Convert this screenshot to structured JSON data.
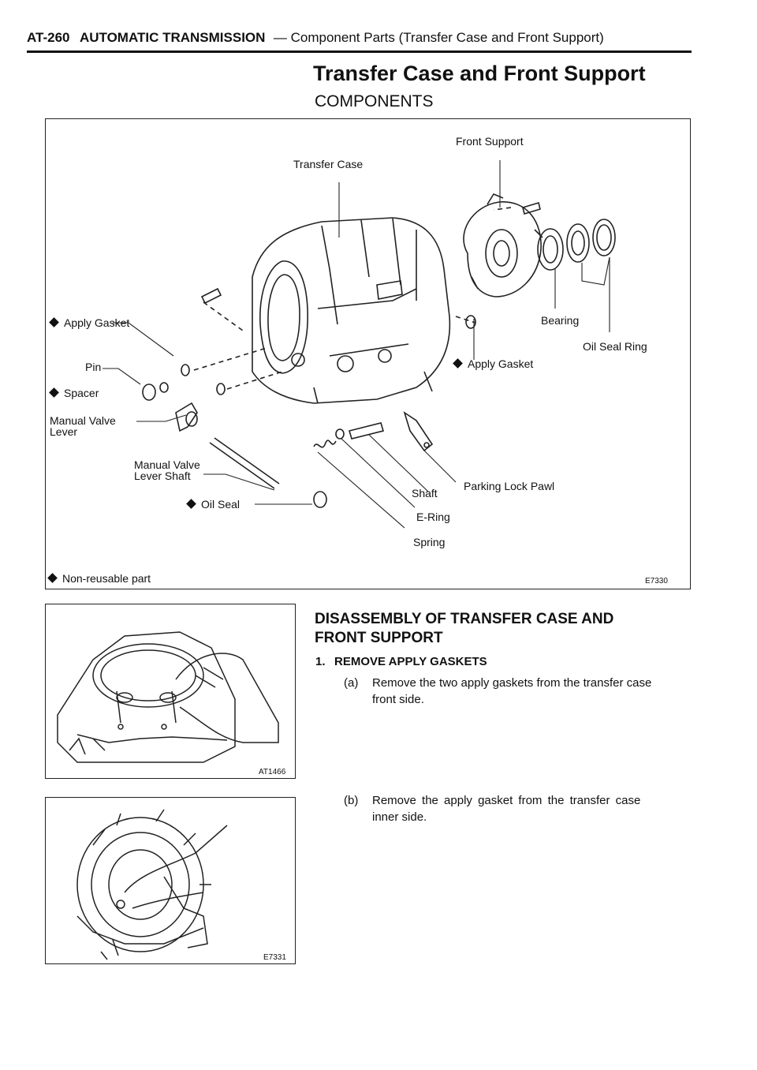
{
  "header": {
    "page_code": "AT-260",
    "section": "AUTOMATIC TRANSMISSION",
    "subtitle": "— Component Parts (Transfer Case and Front Support)"
  },
  "title": "Transfer Case and Front Support",
  "subtitle": "COMPONENTS",
  "diagram": {
    "labels": {
      "front_support": "Front Support",
      "transfer_case": "Transfer Case",
      "apply_gasket_left": "Apply Gasket",
      "bearing": "Bearing",
      "oil_seal_ring": "Oil Seal Ring",
      "apply_gasket_right": "Apply Gasket",
      "pin": "Pin",
      "spacer": "Spacer",
      "manual_valve_lever_1": "Manual Valve",
      "manual_valve_lever_2": "Lever",
      "manual_valve_lever_shaft_1": "Manual Valve",
      "manual_valve_lever_shaft_2": "Lever Shaft",
      "oil_seal": "Oil Seal",
      "shaft": "Shaft",
      "parking_lock_pawl": "Parking Lock Pawl",
      "e_ring": "E-Ring",
      "spring": "Spring",
      "legend": "Non-reusable part"
    },
    "code": "E7330"
  },
  "figures": {
    "fig1_code": "AT1466",
    "fig2_code": "E7331"
  },
  "section_title_line1": "DISASSEMBLY OF TRANSFER CASE AND",
  "section_title_line2": "FRONT SUPPORT",
  "step1": {
    "num": "1.",
    "title": "REMOVE APPLY GASKETS"
  },
  "substep_a": {
    "tag": "(a)",
    "line1": "Remove the two apply gaskets from the transfer case",
    "line2": "front side."
  },
  "substep_b": {
    "tag": "(b)",
    "line1": "Remove the apply gasket from the transfer case",
    "line2": "inner side."
  }
}
